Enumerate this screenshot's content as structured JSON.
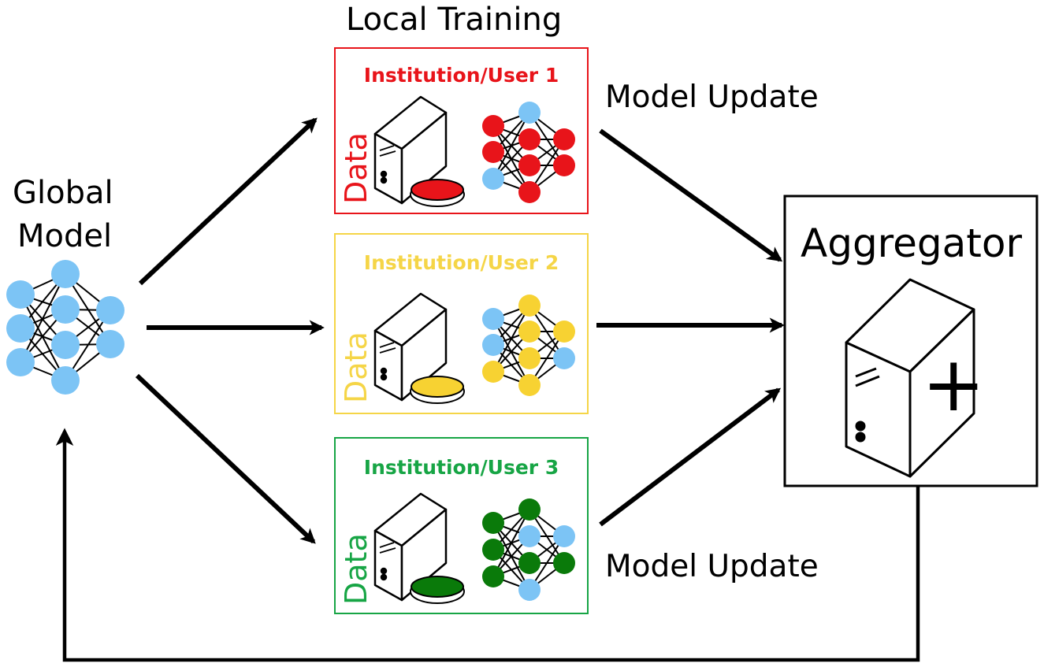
{
  "labels": {
    "local_training": "Local Training",
    "global_model": [
      "Global",
      "Model"
    ],
    "model_update_top": "Model Update",
    "model_update_bottom": "Model Update",
    "aggregator": "Aggregator",
    "plus": "+"
  },
  "institutions": [
    {
      "title": "Institution/User 1",
      "data_label": "Data",
      "color": "#e8141a",
      "disk_color": "#e8141a"
    },
    {
      "title": "Institution/User 2",
      "data_label": "Data",
      "color": "#f5d547",
      "disk_color": "#f7d232"
    },
    {
      "title": "Institution/User 3",
      "data_label": "Data",
      "color": "#17a545",
      "disk_color": "#0a7a0a"
    }
  ],
  "colors": {
    "node_blue": "#7cc4f5",
    "node_red": "#e8141a",
    "node_yellow": "#f7d232",
    "node_green": "#0a7a0a",
    "edge": "#000000"
  }
}
